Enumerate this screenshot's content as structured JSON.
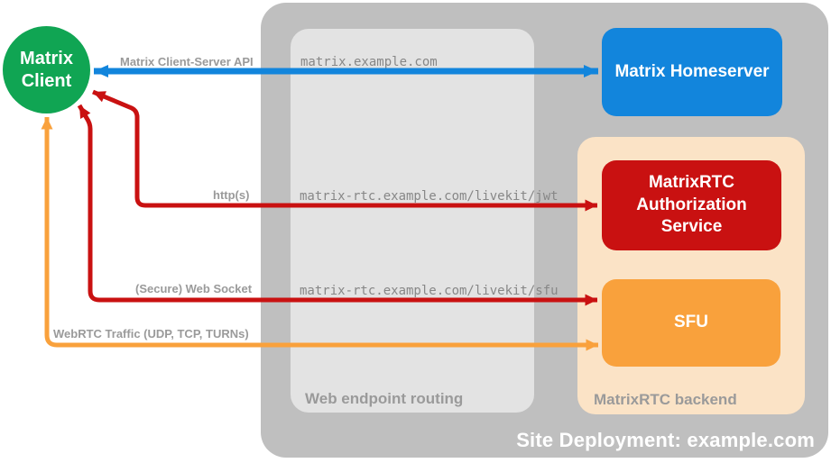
{
  "site": {
    "label": "Site Deployment: example.com"
  },
  "client": {
    "label": "Matrix Client"
  },
  "homeserver": {
    "label": "Matrix Homeserver"
  },
  "auth_service": {
    "label": "MatrixRTC Authorization Service"
  },
  "sfu": {
    "label": "SFU"
  },
  "routing": {
    "title": "Web endpoint routing",
    "routes": [
      "matrix.example.com",
      "matrix-rtc.example.com/livekit/jwt",
      "matrix-rtc.example.com/livekit/sfu"
    ]
  },
  "backend": {
    "title": "MatrixRTC backend"
  },
  "arrows": {
    "client_server_api": {
      "label": "Matrix Client-Server API",
      "color": "#1285dc"
    },
    "https": {
      "label": "http(s)",
      "color": "#c91111"
    },
    "websocket": {
      "label": "(Secure) Web Socket",
      "color": "#c91111"
    },
    "webrtc": {
      "label": "WebRTC Traffic (UDP, TCP, TURNs)",
      "color": "#f9a13c"
    }
  },
  "colors": {
    "client_green": "#10a553",
    "homeserver_blue": "#1285dc",
    "auth_red": "#c91111",
    "sfu_orange": "#f9a13c",
    "backend_peach": "#fbe3c6",
    "site_gray": "#bfbfbf",
    "routing_gray": "#e3e3e3",
    "label_gray": "#9a9a9a"
  }
}
